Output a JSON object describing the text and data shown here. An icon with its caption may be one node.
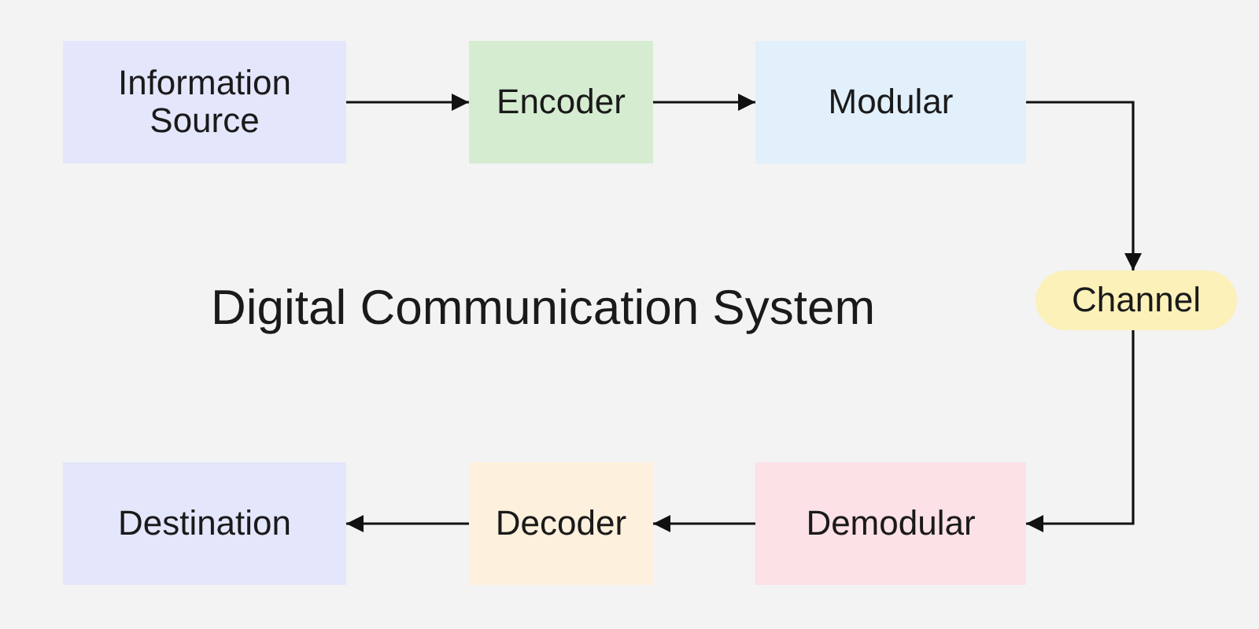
{
  "diagram": {
    "title": "Digital Communication System",
    "nodes": [
      {
        "text": [
          "Information Source"
        ]
      },
      {
        "text": [
          "Encoder"
        ]
      },
      {
        "text": [
          "Modular"
        ]
      },
      {
        "text": [
          "Channel"
        ]
      },
      {
        "text": [
          "Demodular"
        ]
      },
      {
        "text": [
          "Decoder"
        ]
      },
      {
        "text": [
          "Destination"
        ]
      }
    ],
    "edges": [
      {
        "from": 0,
        "to": 1,
        "arrow": "to"
      },
      {
        "from": 1,
        "to": 2,
        "arrow": "to"
      },
      {
        "from": 2,
        "to": 3,
        "arrow": "to"
      },
      {
        "from": 3,
        "to": 4,
        "arrow": "to"
      },
      {
        "from": 4,
        "to": 5,
        "arrow": "to"
      },
      {
        "from": 5,
        "to": 6,
        "arrow": "to"
      }
    ]
  }
}
